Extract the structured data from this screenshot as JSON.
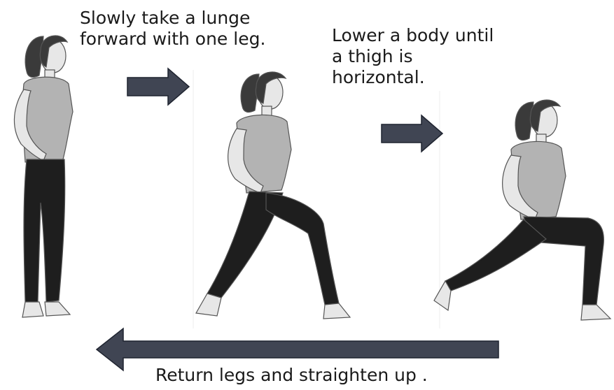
{
  "captions": {
    "step1": "Slowly take a lunge\nforward with one leg.",
    "step2": "Lower a body until\na thigh is\nhorizontal.",
    "step3": "Return legs and straighten up ."
  },
  "figures": [
    {
      "name": "standing-woman",
      "pose": "standing"
    },
    {
      "name": "lunge-woman",
      "pose": "lunge"
    },
    {
      "name": "deep-lunge-woman",
      "pose": "deep-lunge"
    }
  ],
  "arrows": [
    {
      "name": "arrow-right-1",
      "direction": "right"
    },
    {
      "name": "arrow-right-2",
      "direction": "right"
    },
    {
      "name": "arrow-left-return",
      "direction": "left"
    }
  ],
  "colors": {
    "arrow_fill": "#404553",
    "arrow_edge": "#1f2430",
    "shirt": "#b3b3b3",
    "pants": "#1e1e1e",
    "hair": "#3a3a3a",
    "skin": "#e7e7e7",
    "outline": "#555555"
  }
}
